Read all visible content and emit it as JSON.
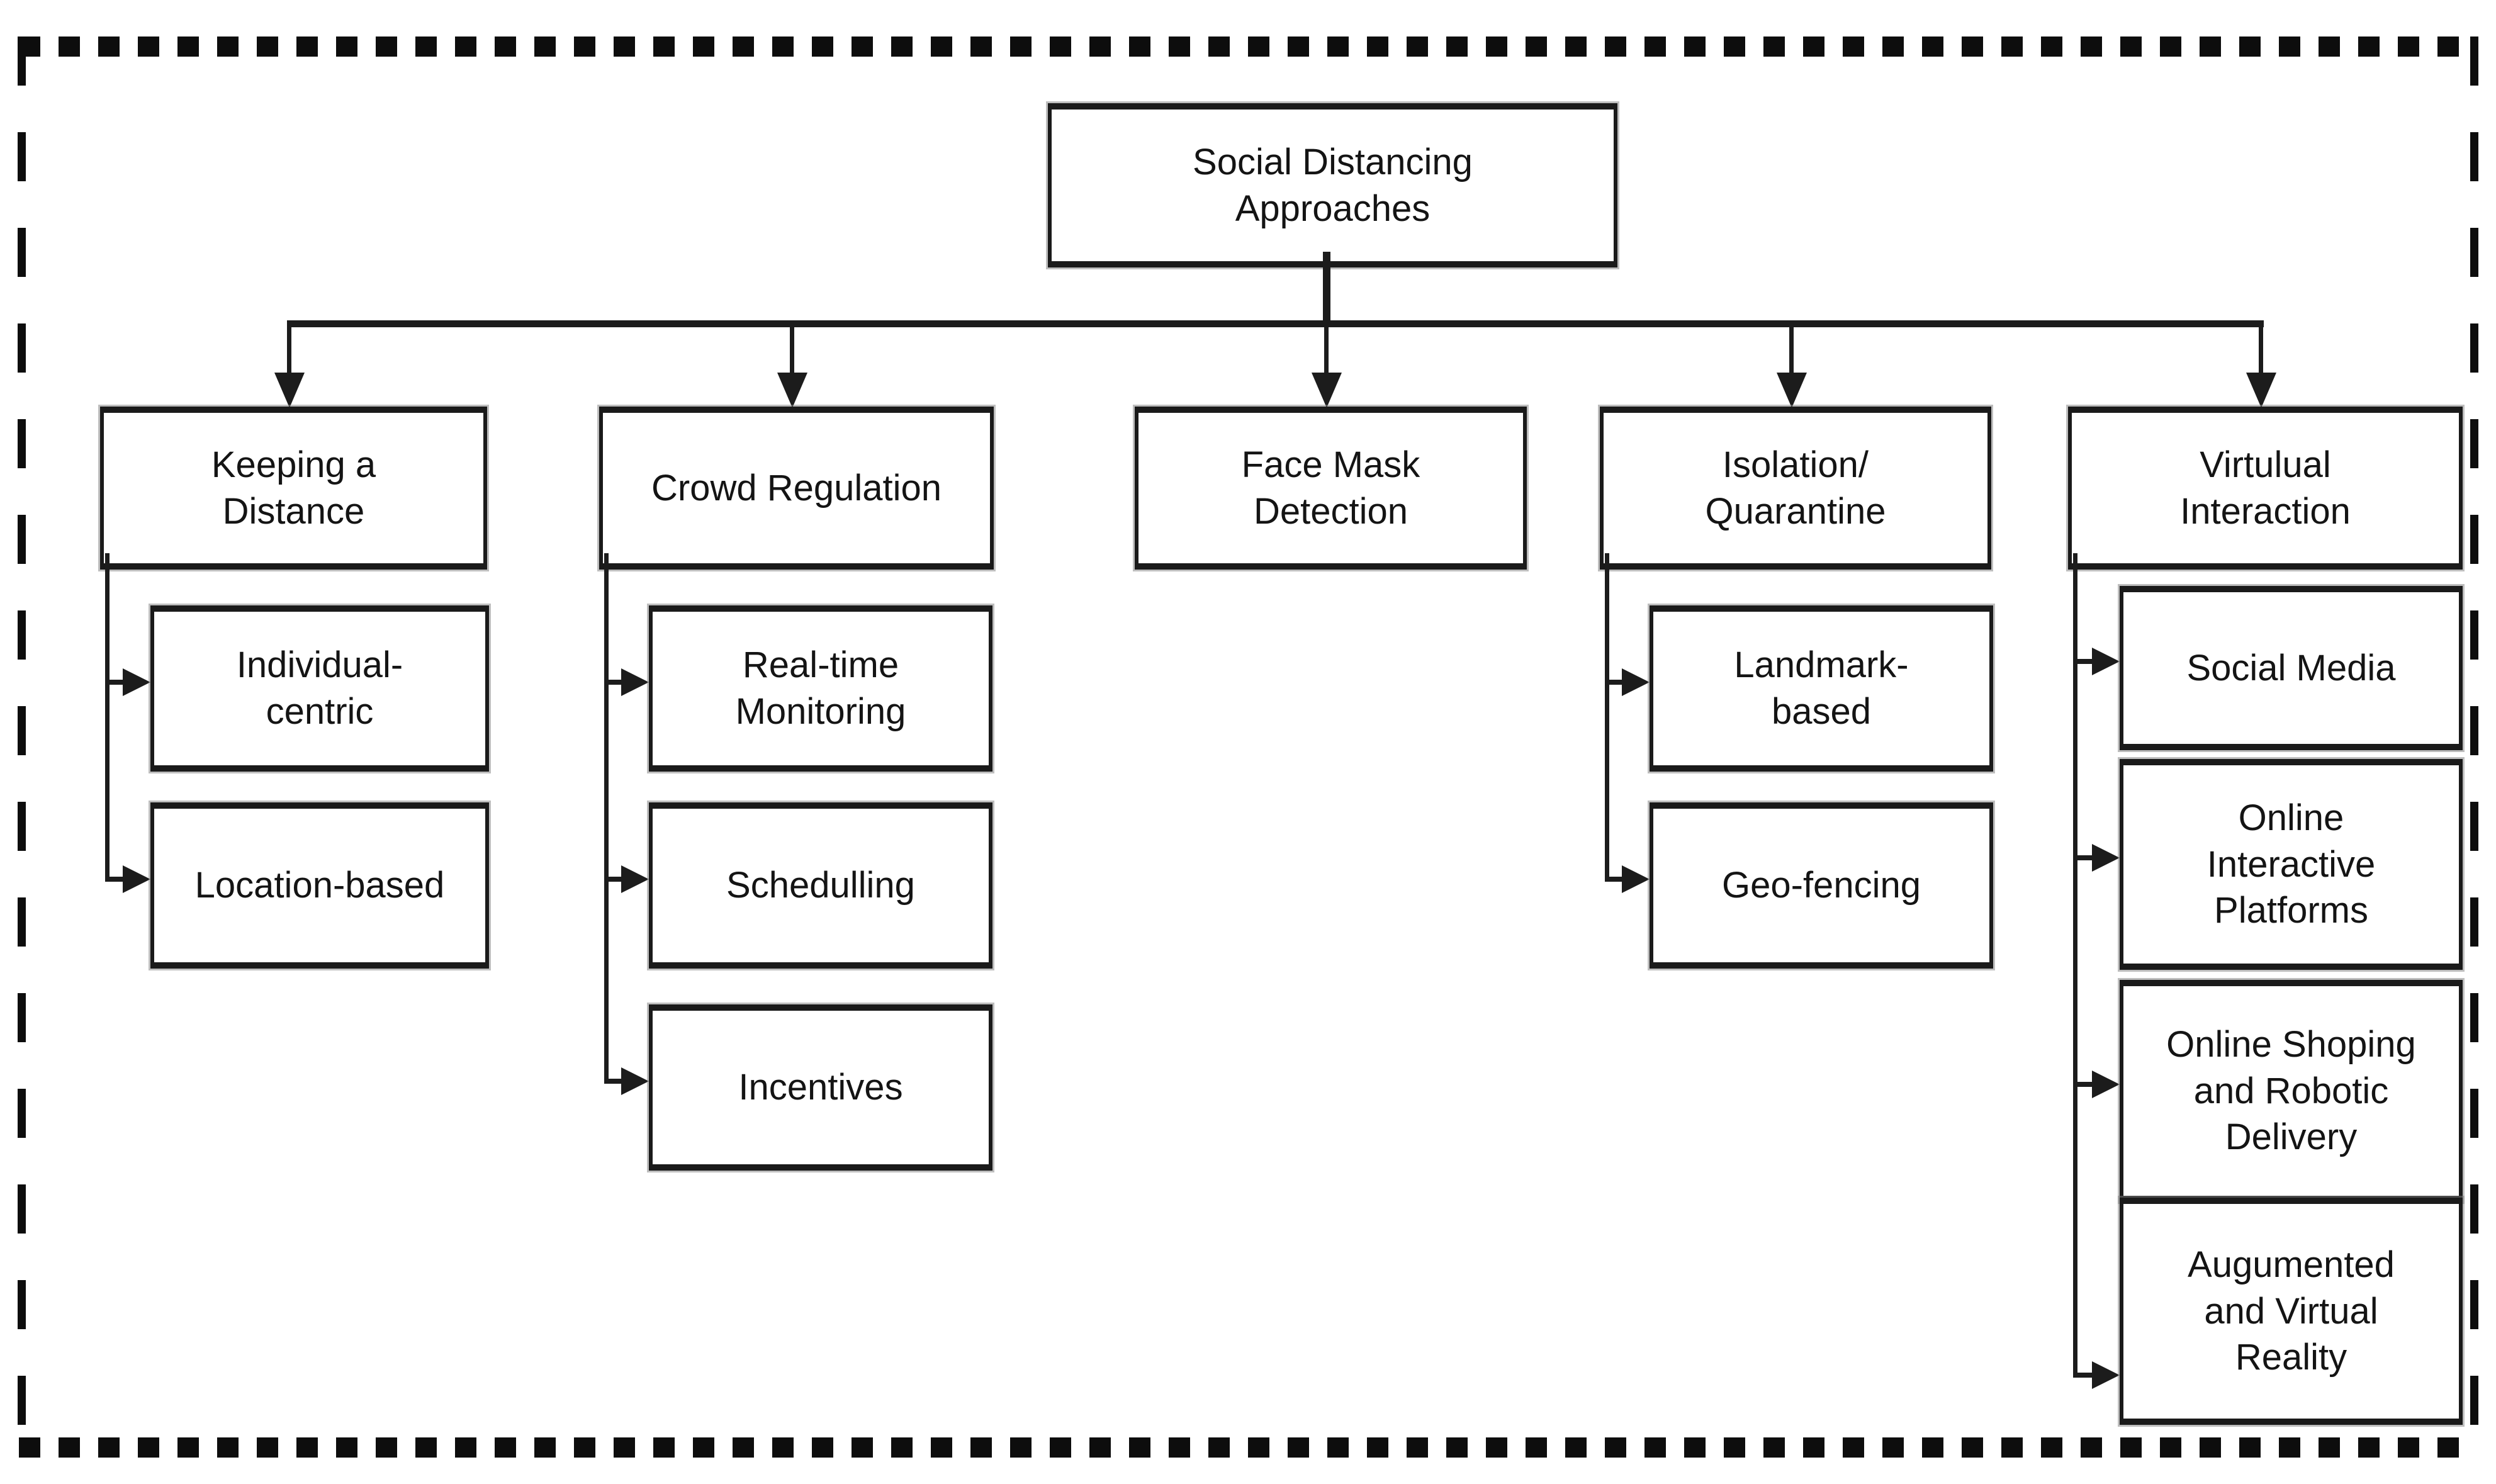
{
  "diagram": {
    "root": {
      "label": "Social Distancing\nApproaches"
    },
    "branches": [
      {
        "label": "Keeping a\nDistance",
        "children": [
          {
            "label": "Individual-\ncentric"
          },
          {
            "label": "Location-based"
          }
        ]
      },
      {
        "label": "Crowd Regulation",
        "children": [
          {
            "label": "Real-time\nMonitoring"
          },
          {
            "label": "Schedulling"
          },
          {
            "label": "Incentives"
          }
        ]
      },
      {
        "label": "Face Mask\nDetection",
        "children": []
      },
      {
        "label": "Isolation/\nQuarantine",
        "children": [
          {
            "label": "Landmark-\nbased"
          },
          {
            "label": "Geo-fencing"
          }
        ]
      },
      {
        "label": "Virtulual\nInteraction",
        "children": [
          {
            "label": "Social Media"
          },
          {
            "label": "Online\nInteractive\nPlatforms"
          },
          {
            "label": "Online Shoping\nand Robotic\nDelivery"
          },
          {
            "label": "Augumented\nand Virtual\nReality"
          }
        ]
      }
    ],
    "colors": {
      "background": "#ffffff",
      "box_fill": "#ffffff",
      "box_border": "#1a1a1a",
      "line": "#1c1c1c",
      "text": "#141414",
      "outer_dashed_border": "#0d0d0d"
    }
  }
}
